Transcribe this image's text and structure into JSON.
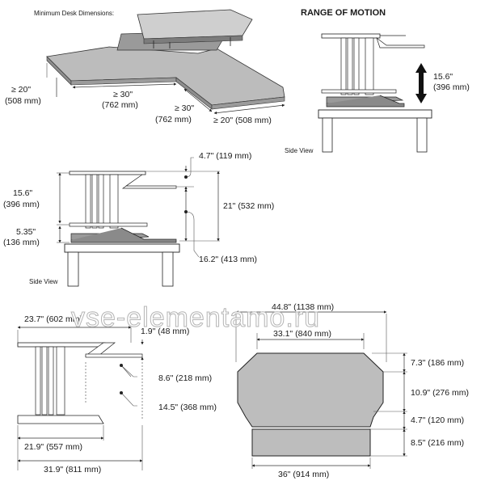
{
  "desk_top": {
    "caption": "Minimum Desk Dimensions:",
    "left_depth": "≥ 20\"",
    "left_depth_mm": "(508 mm)",
    "front_width": "≥ 30\"",
    "front_width_mm": "(762 mm)",
    "side_width": "≥ 30\"",
    "side_width_mm": "(762 mm)",
    "right_depth": "≥ 20\" (508 mm)"
  },
  "range_of_motion": {
    "title": "RANGE OF MOTION",
    "travel": "15.6\"",
    "travel_mm": "(396 mm)",
    "view_label": "Side View"
  },
  "side_view": {
    "view_label": "Side View",
    "top_clearance": "4.7\" (119 mm)",
    "left_upper": "15.6\"",
    "left_upper_mm": "(396 mm)",
    "right_total": "21\" (532 mm)",
    "left_lower": "5.35\"",
    "left_lower_mm": "(136 mm)",
    "keyboard_height": "16.2\" (413 mm)"
  },
  "front_profile": {
    "top_depth": "23.7\" (602 mm)",
    "tray_drop": "1.9\" (48 mm)",
    "tray_depth": "8.6\" (218 mm)",
    "tray_reach": "14.5\" (368 mm)",
    "base_depth": "21.9\" (557 mm)",
    "overall_depth": "31.9\" (811 mm)"
  },
  "top_view": {
    "overall_width": "44.8\" (1138 mm)",
    "inner_width": "33.1\" (840 mm)",
    "d1": "7.3\" (186 mm)",
    "d2": "10.9\" (276 mm)",
    "d3": "4.7\" (120 mm)",
    "d4": "8.5\" (216 mm)",
    "base_width": "36\" (914 mm)"
  },
  "watermark": "vse-elementamo.ru"
}
